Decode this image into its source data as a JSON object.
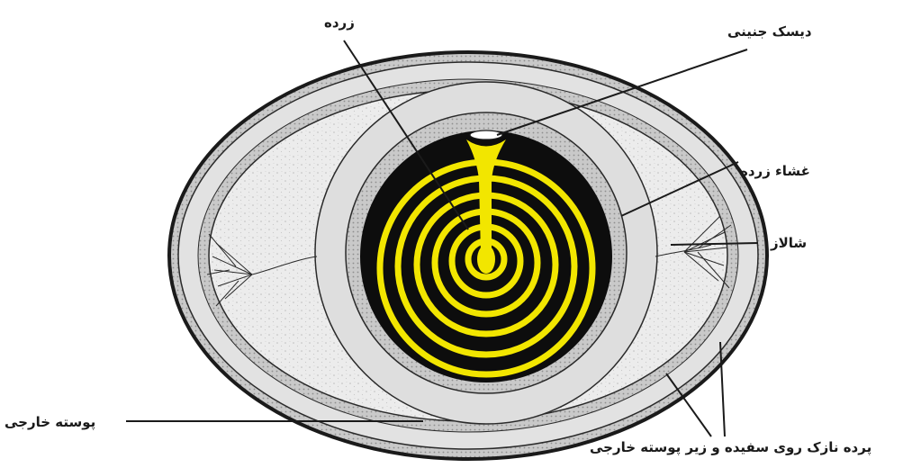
{
  "labels": {
    "yolk": "زرده",
    "germinal_disc": "دیسک جنینی",
    "vitelline_membrane": "غشاء زرده",
    "chalaza": "شالاز",
    "outer_shell": "پوسته خارجی",
    "shell_membrane": "پرده نازک روی سفیده و زیر پوسته خارجی"
  },
  "colors": {
    "yolk_ring": "#f2e600",
    "yolk_dark": "#0d0d0d",
    "line": "#1a1a1a",
    "albumen": "#e8e8e8",
    "shell": "#b9b9b9"
  }
}
